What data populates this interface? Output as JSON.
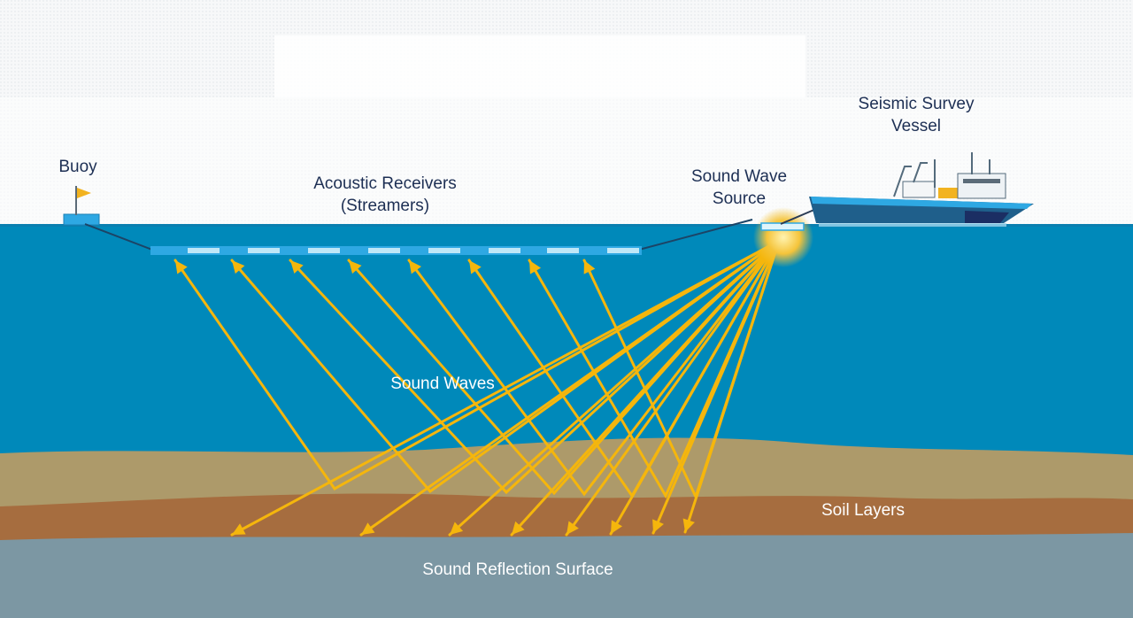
{
  "labels": {
    "buoy": "Buoy",
    "streamers": {
      "line1": "Acoustic Receivers",
      "line2": "(Streamers)"
    },
    "source": {
      "line1": "Sound Wave",
      "line2": "Source"
    },
    "vessel": {
      "line1": "Seismic Survey",
      "line2": "Vessel"
    },
    "sound_waves": "Sound Waves",
    "soil_layers": "Soil Layers",
    "reflection_surface": "Sound Reflection Surface"
  },
  "colors": {
    "sky": "#f4f6f7",
    "ocean": "#0089ba",
    "upper_soil": "#ad9a6a",
    "lower_soil": "#a66d3f",
    "bedrock": "#7c97a3",
    "wave_ray": "#f5b60c",
    "streamer": "#2ea8e3",
    "vessel_hull": "#1f5f8b",
    "label_dark": "#1d2f54"
  },
  "icons": [
    "buoy-icon",
    "flag-icon",
    "streamer-cable",
    "receiver-icon",
    "sound-source-icon",
    "vessel-icon",
    "ray-arrow"
  ]
}
